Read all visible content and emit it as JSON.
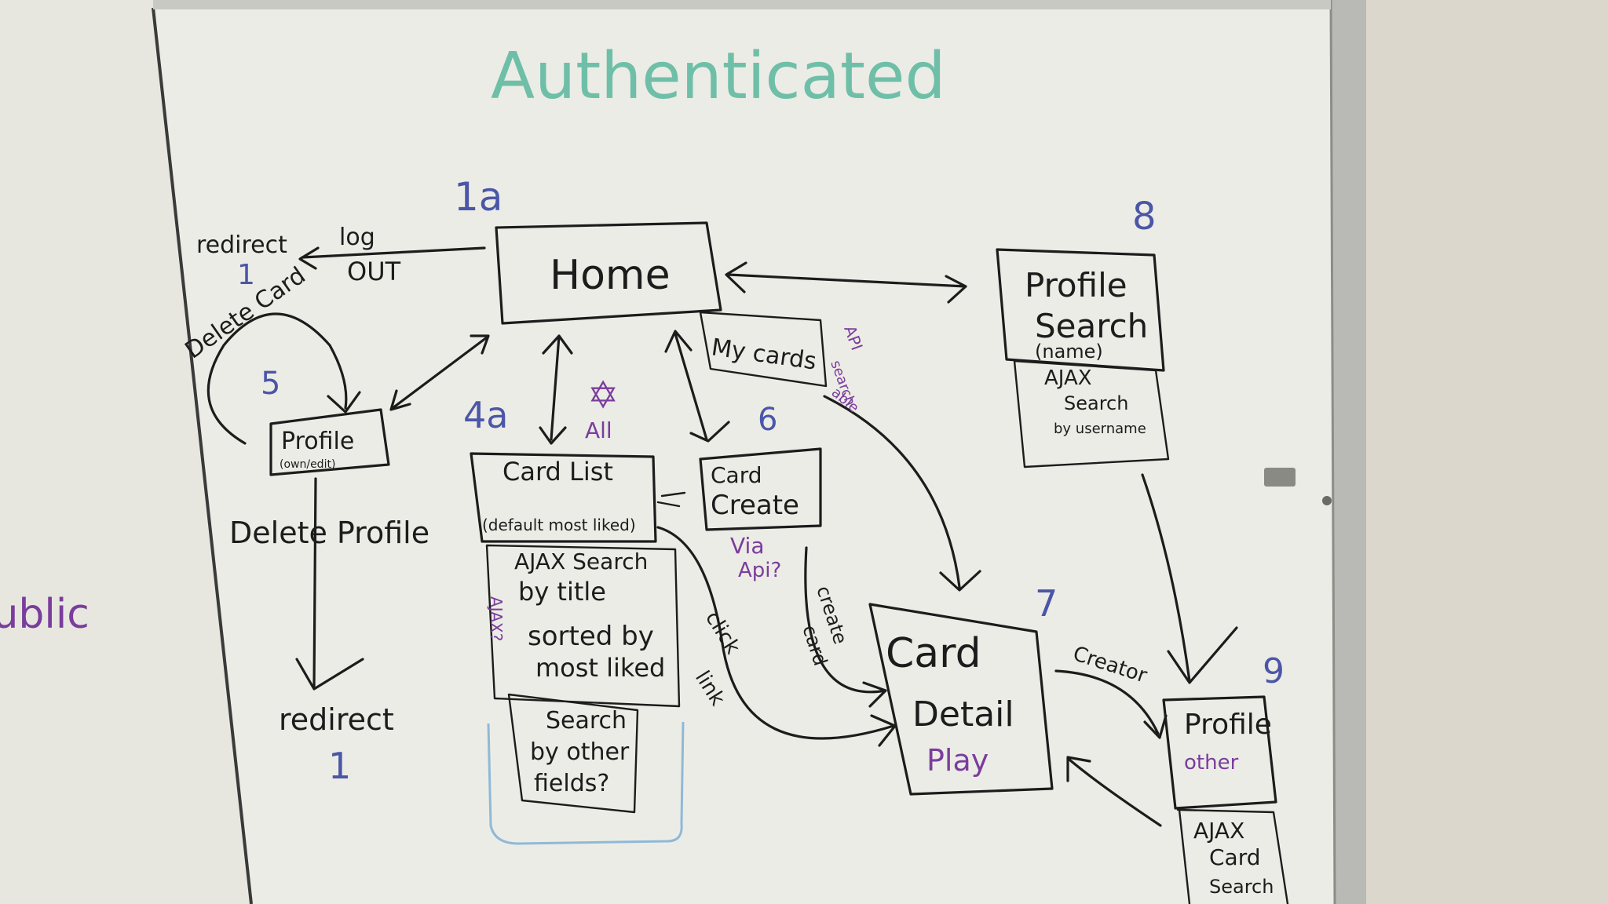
{
  "title": "Authenticated",
  "colors": {
    "board": "#eeeee8",
    "ink_black": "#1c1c1c",
    "ink_purple": "#7a3d9c",
    "ink_blue": "#4b56a8",
    "ink_teal": "#6fbfa8",
    "ink_light_blue": "#8fb9d8"
  },
  "nodes": {
    "home": {
      "number": "1a",
      "label": "Home",
      "sub_label": "My cards"
    },
    "profile_search": {
      "number": "8",
      "label_line1": "Profile",
      "label_line2": "Search",
      "label_line3": "(name)",
      "sub_line1": "AJAX",
      "sub_line2": "Search",
      "sub_line3": "by username"
    },
    "profile_own": {
      "number": "5",
      "label_line1": "Profile",
      "label_line2": "(own/edit)"
    },
    "card_list": {
      "number": "4a",
      "label_line1": "Card List",
      "label_line2": "(default most liked)",
      "sub_line1": "AJAX Search",
      "sub_line2": "by title",
      "sub_line3": "sorted by",
      "sub_line4": "most liked",
      "sub2_line1": "Search",
      "sub2_line2": "by other",
      "sub2_line3": "fields?"
    },
    "card_create": {
      "number": "6",
      "label_line1": "Card",
      "label_line2": "Create"
    },
    "card_detail": {
      "number": "7",
      "label_line1": "Card",
      "label_line2": "Detail",
      "label_line3": "Play"
    },
    "profile_other": {
      "number": "9",
      "label_line1": "Profile",
      "label_line2": "other",
      "sub_line1": "AJAX",
      "sub_line2": "Card",
      "sub_line3": "Search"
    }
  },
  "edge_labels": {
    "redirect_top": "redirect",
    "redirect_top_num": "1",
    "log": "log",
    "out": "OUT",
    "delete_card": "Delete Card",
    "delete_profile": "Delete Profile",
    "redirect_bottom": "redirect",
    "redirect_bottom_num": "1",
    "all": "All",
    "api_search_able": "API",
    "api_search_able2": "search",
    "api_search_able3": "able",
    "via_api": "Via",
    "via_api2": "Api?",
    "create_card": "create",
    "create_card2": "card",
    "click": "click",
    "link": "link",
    "creator": "Creator",
    "api_q": "AJAX?"
  },
  "margin_note": "Public"
}
